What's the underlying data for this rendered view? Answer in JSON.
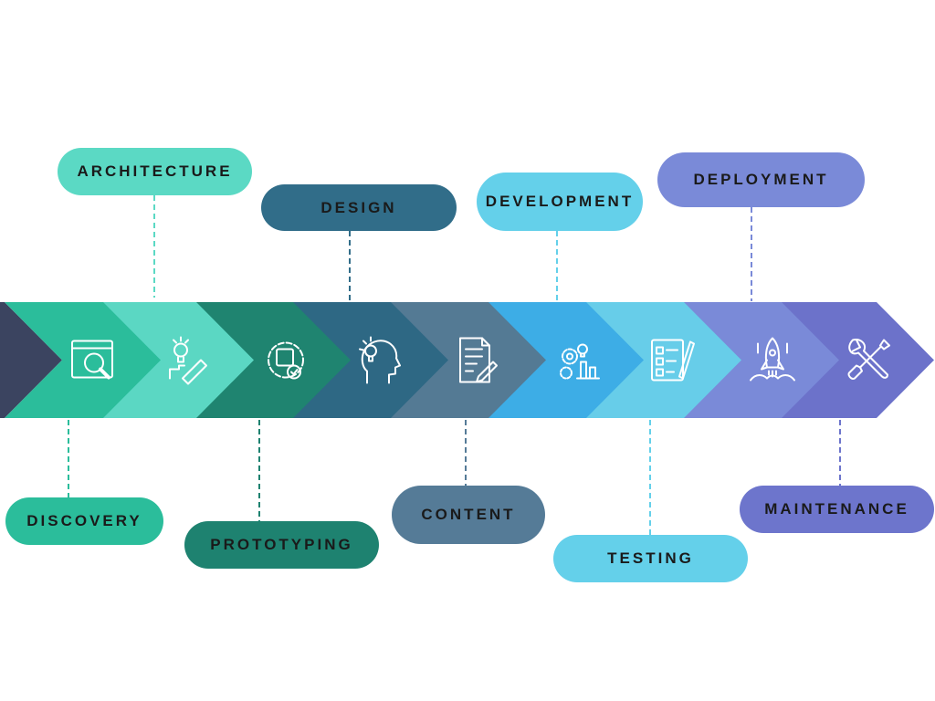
{
  "stages": [
    {
      "key": "discovery",
      "label": "DISCOVERY",
      "position": "below",
      "color": "#2bbd9b",
      "icon": "search-browser-icon"
    },
    {
      "key": "architecture",
      "label": "ARCHITECTURE",
      "position": "above",
      "color": "#5bd7c3",
      "icon": "idea-pencil-icon"
    },
    {
      "key": "prototyping",
      "label": "PROTOTYPING",
      "position": "below",
      "color": "#1f8470",
      "icon": "gear-prototype-icon"
    },
    {
      "key": "design",
      "label": "DESIGN",
      "position": "above",
      "color": "#2e6884",
      "icon": "head-lightbulb-icon"
    },
    {
      "key": "content",
      "label": "CONTENT",
      "position": "below",
      "color": "#547a94",
      "icon": "document-pen-icon"
    },
    {
      "key": "development",
      "label": "DEVELOPMENT",
      "position": "above",
      "color": "#3dade6",
      "icon": "gears-development-icon"
    },
    {
      "key": "testing",
      "label": "TESTING",
      "position": "below",
      "color": "#67cde9",
      "icon": "checklist-icon"
    },
    {
      "key": "deployment",
      "label": "DEPLOYMENT",
      "position": "above",
      "color": "#7a8ad8",
      "icon": "rocket-icon"
    },
    {
      "key": "maintenance",
      "label": "MAINTENANCE",
      "position": "below",
      "color": "#6c72ca",
      "icon": "wrench-screwdriver-icon"
    }
  ],
  "colors": {
    "start_band": "#3b4460",
    "label_text": "#1a1a1a",
    "icon_stroke": "#ffffff",
    "design_pill": "#316d89",
    "prototyping_pill": "#1e8270",
    "content_pill": "#557b97",
    "testing_pill": "#64d0ea",
    "development_pill": "#64d0ea",
    "discovery_pill": "#2bbd9b",
    "architecture_pill": "#5bd9c4",
    "deployment_pill": "#7a8ad8",
    "maintenance_pill": "#6d75cc"
  }
}
